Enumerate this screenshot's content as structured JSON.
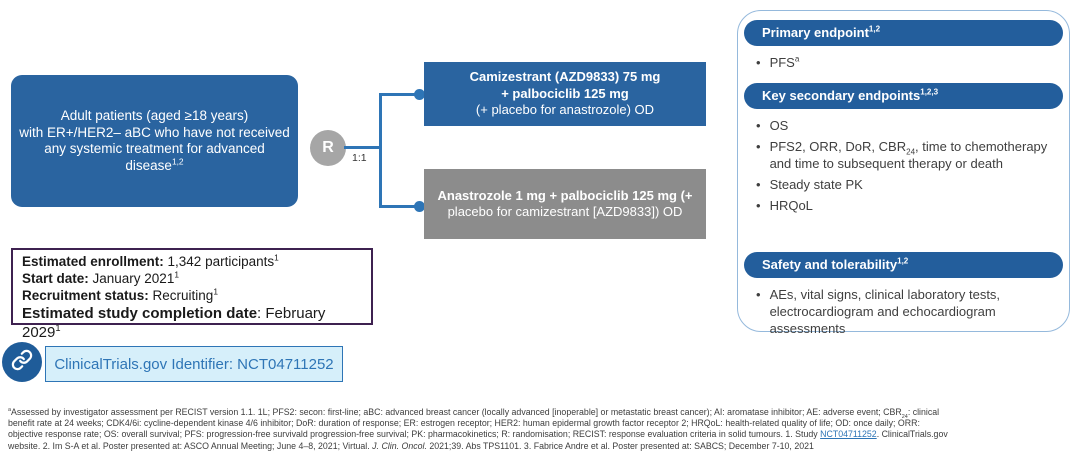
{
  "colors": {
    "box_blue": "#2A64A0",
    "pill_blue": "#235E9C",
    "connector_blue": "#2E75B6",
    "arm_gray": "#8C8C8C",
    "r_circle_gray": "#A6A6A6",
    "panel_border_blue": "#95B9DC",
    "enrollment_border_purple": "#3E2150",
    "identifier_fill": "#D6EFFA",
    "identifier_border": "#2E75B6",
    "identifier_text": "#2E75B6",
    "link_circle_blue": "#1F5C99",
    "body_text": "#3F3F3F"
  },
  "icons": {
    "link": "chain-link-icon"
  },
  "flow": {
    "patient_box": [
      {
        "t": "Adult patients (aged ≥18 years)\nwith ER+/HER2– aBC who have not received\nany systemic treatment for advanced\ndisease"
      },
      {
        "t": "1,2",
        "s": "sup"
      }
    ],
    "randomizer": {
      "label": "R",
      "ratio": "1:1"
    },
    "arm1": [
      {
        "t": "Camizestrant (AZD9833) 75 mg\n+ palbociclib 125 mg",
        "s": "b"
      },
      {
        "t": "\n(+ placebo for anastrozole) OD"
      }
    ],
    "arm2": [
      {
        "t": "Anastrozole 1 mg + palbociclib 125 mg (+",
        "s": "b"
      },
      {
        "t": "\nplacebo for camizestrant [AZD9833]) OD"
      }
    ]
  },
  "endpoints": {
    "sections": [
      {
        "header": [
          {
            "t": "Primary endpoint"
          },
          {
            "t": "1,2",
            "s": "sup"
          }
        ],
        "bullets": [
          [
            {
              "t": "PFS"
            },
            {
              "t": "a",
              "s": "sup"
            }
          ]
        ],
        "gap_before": 0
      },
      {
        "header": [
          {
            "t": "Key secondary endpoints"
          },
          {
            "t": "1,2,3",
            "s": "sup"
          }
        ],
        "bullets": [
          [
            {
              "t": "OS"
            }
          ],
          [
            {
              "t": "PFS2, ORR, DoR, CBR"
            },
            {
              "t": "24",
              "s": "sub"
            },
            {
              "t": ", time to chemotherapy\nand time to subsequent therapy or death"
            }
          ],
          [
            {
              "t": "Steady state PK"
            }
          ],
          [
            {
              "t": "HRQoL"
            }
          ]
        ],
        "gap_before": 0
      },
      {
        "header": [
          {
            "t": "Safety and tolerability"
          },
          {
            "t": "1,2",
            "s": "sup"
          }
        ],
        "bullets": [
          [
            {
              "t": "AEs, vital signs, clinical laboratory tests,\nelectrocardiogram and echocardiogram\nassessments"
            }
          ]
        ],
        "gap_before": 26
      }
    ]
  },
  "enrollment": {
    "lines": [
      {
        "segments": [
          {
            "t": "Estimated enrollment: ",
            "s": "b"
          },
          {
            "t": "1,342 participants"
          },
          {
            "t": "1",
            "s": "sup"
          }
        ]
      },
      {
        "segments": [
          {
            "t": "Start date: ",
            "s": "b"
          },
          {
            "t": "January 2021"
          },
          {
            "t": "1",
            "s": "sup"
          }
        ]
      },
      {
        "segments": [
          {
            "t": "Recruitment status: ",
            "s": "b"
          },
          {
            "t": "Recruiting"
          },
          {
            "t": "1",
            "s": "sup"
          }
        ]
      },
      {
        "segments": [
          {
            "t": "Estimated study completion date",
            "s": "b"
          },
          {
            "t": ": February 2029"
          },
          {
            "t": "1",
            "s": "sup"
          }
        ],
        "cls": "big"
      }
    ]
  },
  "identifier": {
    "label": "ClinicalTrials.gov Identifier: NCT04711252"
  },
  "footnote": {
    "lines": [
      [
        {
          "t": "a",
          "s": "sup"
        },
        {
          "t": "Assessed by investigator assessment per RECIST version 1.1. 1L; PFS2: secon: first-line; aBC: advanced breast cancer (locally advanced [inoperable] or metastatic breast cancer); AI: aromatase inhibitor; AE: adverse event; CBR"
        },
        {
          "t": "24",
          "s": "sub"
        },
        {
          "t": ": clinical"
        }
      ],
      [
        {
          "t": "benefit rate at 24 weeks; CDK4/6i: cycline-dependent kinase 4/6 inhibitor; DoR: duration of response; ER: estrogen receptor; HER2: human epidermal growth factor receptor 2; HRQoL: health-related quality of life; OD: once daily; ORR:"
        }
      ],
      [
        {
          "t": "objective response rate; OS: overall survival; PFS: progression-free survivald progression-free survival; PK: pharmacokinetics; R: randomisation; RECIST: response evaluation criteria in solid tumours. 1. Study "
        },
        {
          "t": "NCT04711252",
          "s": "link"
        },
        {
          "t": ". ClinicalTrials.gov"
        }
      ],
      [
        {
          "t": "website. 2. Im S-A et al. Poster presented at: ASCO Annual Meeting; June 4–8, 2021; Virtual. "
        },
        {
          "t": "J. Clin. Oncol.",
          "s": "i"
        },
        {
          "t": " 2021;39. Abs TPS1101. 3. Fabrice Andre et al. Poster presented at: SABCS; December 7-10, 2021"
        }
      ]
    ]
  }
}
